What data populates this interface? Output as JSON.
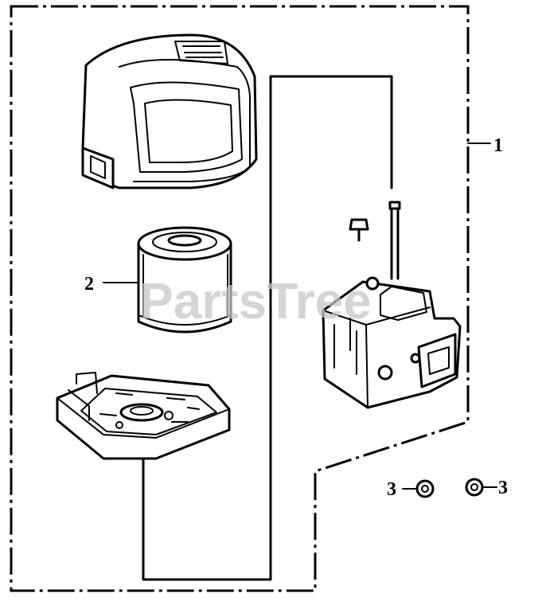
{
  "diagram": {
    "watermark": "PartsTree",
    "callouts": {
      "part_1": "1",
      "part_2": "2",
      "part_3_left": "3",
      "part_3_right": "3"
    }
  }
}
